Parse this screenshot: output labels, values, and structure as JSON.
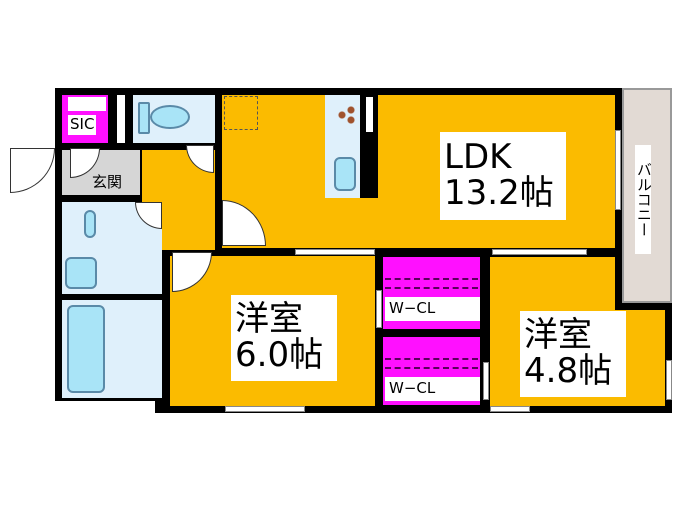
{
  "rooms": {
    "ldk": {
      "name": "LDK",
      "size": "13.2帖"
    },
    "western1": {
      "name": "洋室",
      "size": "6.0帖"
    },
    "western2": {
      "name": "洋室",
      "size": "4.8帖"
    },
    "wcl1": {
      "name": "W−CL"
    },
    "wcl2": {
      "name": "W−CL"
    },
    "sic": {
      "name": "SIC"
    },
    "entrance": {
      "name": "玄関"
    },
    "balcony": {
      "name": "バルコニー"
    }
  },
  "colors": {
    "room": "#fbbb00",
    "closet": "#ff10ff",
    "wet": "#dff0fb",
    "entrance": "#d6d6d6",
    "balcony": "#e2dad4"
  }
}
